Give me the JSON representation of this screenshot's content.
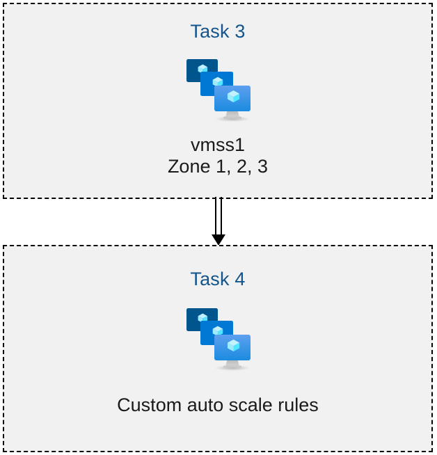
{
  "diagram": {
    "type": "flow",
    "background_color": "#ffffff",
    "box_fill_color": "#f1f1f1",
    "box_border_color": "#000000",
    "box_border_style": "dashed",
    "title_color": "#14548c",
    "label_color": "#1a1a1a"
  },
  "boxes": [
    {
      "id": "task3",
      "title": "Task 3",
      "icon": "azure-vm-scale-set-icon",
      "labels": [
        "vmss1",
        "Zone 1, 2, 3"
      ]
    },
    {
      "id": "task4",
      "title": "Task 4",
      "icon": "azure-vm-scale-set-icon",
      "labels": [
        "Custom auto scale rules"
      ]
    }
  ],
  "connector": {
    "name": "arrow-down",
    "from": "task3",
    "to": "task4",
    "style": "double-line",
    "color": "#000000"
  },
  "icon_colors": {
    "monitor_back": "#00558c",
    "monitor_middle": "#0078d4",
    "monitor_front_top": "#5ea0ef",
    "monitor_front_bottom": "#1b8be0",
    "cube_light": "#c3f1ff",
    "cube_mid": "#9cebff",
    "cube_accent": "#50e6ff",
    "stand_gray": "#a8a8a8"
  }
}
